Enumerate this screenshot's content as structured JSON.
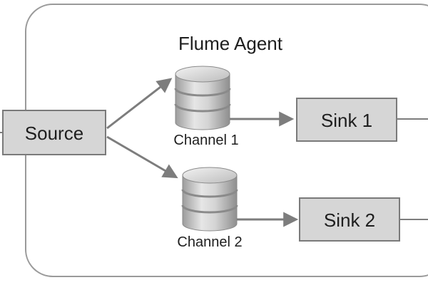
{
  "agent": {
    "title": "Flume Agent"
  },
  "source": {
    "label": "Source"
  },
  "channels": [
    {
      "label": "Channel 1"
    },
    {
      "label": "Channel 2"
    }
  ],
  "sinks": [
    {
      "label": "Sink 1"
    },
    {
      "label": "Sink 2"
    }
  ],
  "colors": {
    "box_fill": "#d6d6d6",
    "box_stroke": "#7a7a7a",
    "container_stroke": "#9a9a9a",
    "arrow": "#7d7d7d",
    "cylinder_light": "#e4e4e4",
    "cylinder_dark": "#a9a9a9"
  }
}
